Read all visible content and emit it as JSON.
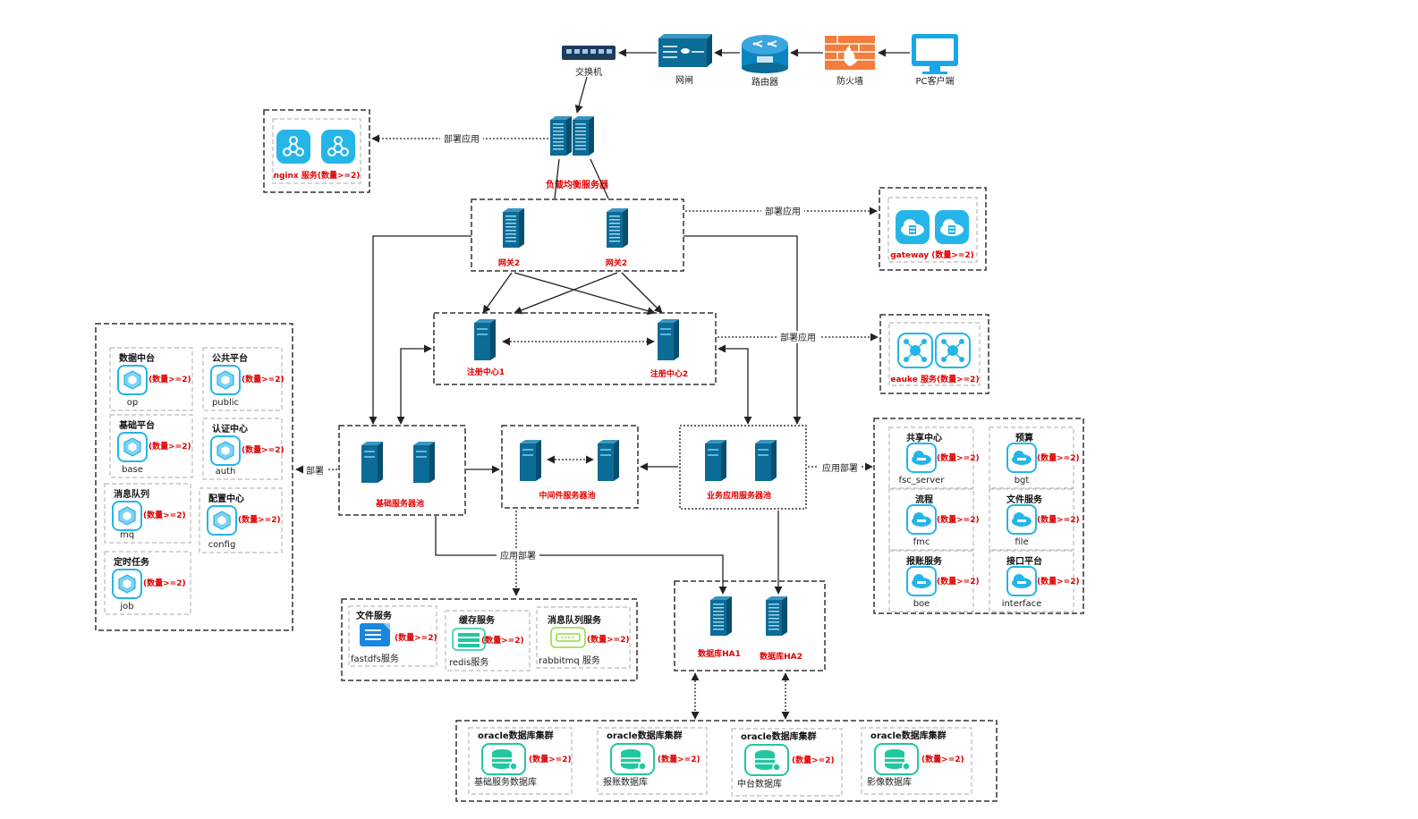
{
  "colors": {
    "server": "#0b6c97",
    "service": "#25b5e8",
    "db": "#22c7a0",
    "firewall": "#f47c3c",
    "highlight": "#e00000"
  },
  "top": {
    "switch": "交换机",
    "gatekeeper": "网闸",
    "router": "路由器",
    "firewall": "防火墙",
    "pc": "PC客户端"
  },
  "edges": {
    "deploy_app": "部署应用",
    "deploy": "部署",
    "app_deploy": "应用部署"
  },
  "lb": {
    "label": "负载均衡服务器"
  },
  "nginx": {
    "label": "nginx 服务(数量>=2)"
  },
  "gateway_group": {
    "gw1": "网关2",
    "gw2": "网关2"
  },
  "gateway_svc": {
    "label": "gateway (数量>=2)"
  },
  "registry": {
    "r1": "注册中心1",
    "r2": "注册中心2"
  },
  "eauke": {
    "label": "eauke 服务(数量>=2)"
  },
  "pools": {
    "base": "基础服务器池",
    "middleware": "中间件服务器池",
    "business": "业务应用服务器池"
  },
  "count": "(数量>=2)",
  "left_services": [
    {
      "title": "数据中台",
      "name": "op"
    },
    {
      "title": "公共平台",
      "name": "public"
    },
    {
      "title": "基础平台",
      "name": "base"
    },
    {
      "title": "认证中心",
      "name": "auth"
    },
    {
      "title": "消息队列",
      "name": "mq"
    },
    {
      "title": "配置中心",
      "name": "config"
    },
    {
      "title": "定时任务",
      "name": "job"
    }
  ],
  "right_services": [
    {
      "title": "共享中心",
      "name": "fsc_server"
    },
    {
      "title": "预算",
      "name": "bgt"
    },
    {
      "title": "流程",
      "name": "fmc"
    },
    {
      "title": "文件服务",
      "name": "file"
    },
    {
      "title": "报账服务",
      "name": "boe"
    },
    {
      "title": "接口平台",
      "name": "interface"
    }
  ],
  "middleware_services": [
    {
      "title": "文件服务",
      "name": "fastdfs服务"
    },
    {
      "title": "缓存服务",
      "name": "redis服务"
    },
    {
      "title": "消息队列服务",
      "name": "rabbitmq 服务"
    }
  ],
  "db_ha": {
    "ha1": "数据库HA1",
    "ha2": "数据库HA2"
  },
  "db_cluster": [
    {
      "title": "oracle数据库集群",
      "name": "基础服务数据库"
    },
    {
      "title": "oracle数据库集群",
      "name": "报账数据库"
    },
    {
      "title": "oracle数据库集群",
      "name": "中台数据库"
    },
    {
      "title": "oracle数据库集群",
      "name": "影像数据库"
    }
  ]
}
